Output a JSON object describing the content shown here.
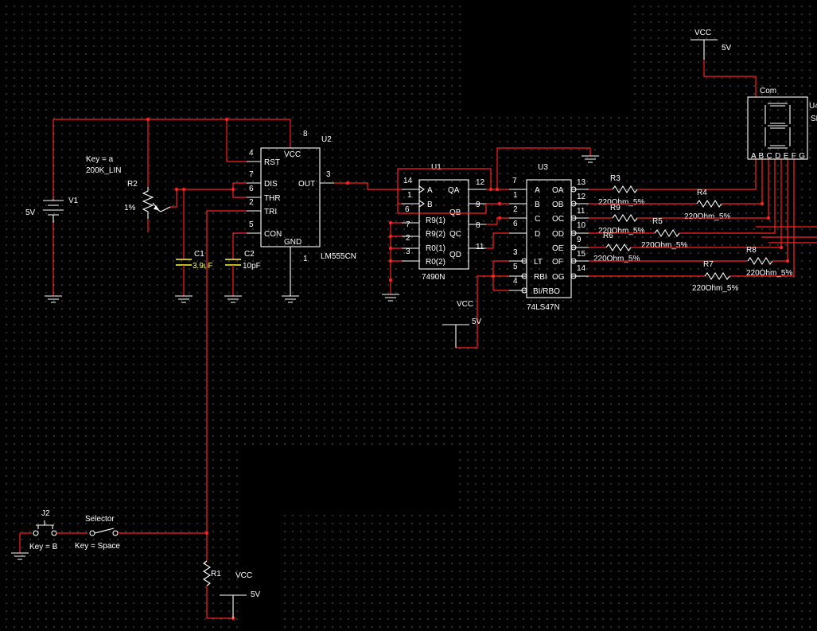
{
  "components": {
    "v1": {
      "ref": "V1",
      "value": "5V"
    },
    "r2": {
      "ref": "R2",
      "key": "Key = a",
      "value": "200K_LIN",
      "percent": "1%"
    },
    "c1": {
      "ref": "C1",
      "value": "3.9uF"
    },
    "c2": {
      "ref": "C2",
      "value": "10pF"
    },
    "u2": {
      "ref": "U2",
      "part": "LM555CN",
      "pins": {
        "rst": "RST",
        "vcc": "VCC",
        "dis": "DIS",
        "thr": "THR",
        "tri": "TRI",
        "con": "CON",
        "gnd": "GND",
        "out": "OUT"
      },
      "pin_numbers": {
        "p8": "8",
        "p4": "4",
        "p7": "7",
        "p6": "6",
        "p2": "2",
        "p5": "5",
        "p3": "3",
        "p1": "1"
      }
    },
    "u1": {
      "ref": "U1",
      "part": "7490N",
      "pins": {
        "a": "A",
        "b": "B",
        "qa": "QA",
        "qb": "QB",
        "qc": "QC",
        "qd": "QD",
        "r91": "R9(1)",
        "r92": "R9(2)",
        "r01": "R0(1)",
        "r02": "R0(2)"
      },
      "pin_numbers": {
        "p14": "14",
        "p1": "1",
        "p6": "6",
        "p7": "7",
        "p2": "2",
        "p3": "3",
        "p12": "12",
        "p9": "9",
        "p8": "8",
        "p11": "11"
      }
    },
    "u3": {
      "ref": "U3",
      "part": "74LS47N",
      "pins": {
        "a": "A",
        "b": "B",
        "c": "C",
        "d": "D",
        "lt": "LT",
        "rbi": "RBI",
        "birbo": "BI/RBO",
        "oa": "OA",
        "ob": "OB",
        "oc": "OC",
        "od": "OD",
        "oe": "OE",
        "of": "OF",
        "og": "OG"
      },
      "pin_numbers": {
        "p7": "7",
        "p1": "1",
        "p2": "2",
        "p6": "6",
        "p3": "3",
        "p5": "5",
        "p4": "4",
        "p13": "13",
        "p12": "12",
        "p11": "11",
        "p10": "10",
        "p9": "9",
        "p15": "15",
        "p14": "14"
      }
    },
    "u4": {
      "ref": "U4",
      "ref_partial": "SE",
      "common": "Com",
      "segments": "A B C D E F G"
    },
    "resistors": [
      {
        "ref": "R3",
        "value": "220Ohm_5%"
      },
      {
        "ref": "R4",
        "value": "220Ohm_5%"
      },
      {
        "ref": "R9",
        "value": "220Ohm_5%"
      },
      {
        "ref": "R5",
        "value": "220Ohm_5%"
      },
      {
        "ref": "R6",
        "value": "220Ohm_5%"
      },
      {
        "ref": "R8",
        "value": "220Ohm_5%"
      },
      {
        "ref": "R7",
        "value": "220Ohm_5%"
      }
    ],
    "r1": {
      "ref": "R1"
    },
    "j2": {
      "ref": "J2",
      "key": "Key = B"
    },
    "selector": {
      "ref": "Selector",
      "key": "Key = Space"
    },
    "vcc_top": {
      "label": "VCC",
      "value": "5V"
    },
    "vcc_mid": {
      "label": "VCC",
      "value": "5V"
    },
    "vcc_bottom": {
      "label": "VCC",
      "value": "5V"
    }
  },
  "colors": {
    "wire": "#ff2020",
    "component": "#ffffff",
    "capacitor": "#ffff33",
    "background": "#000000"
  }
}
